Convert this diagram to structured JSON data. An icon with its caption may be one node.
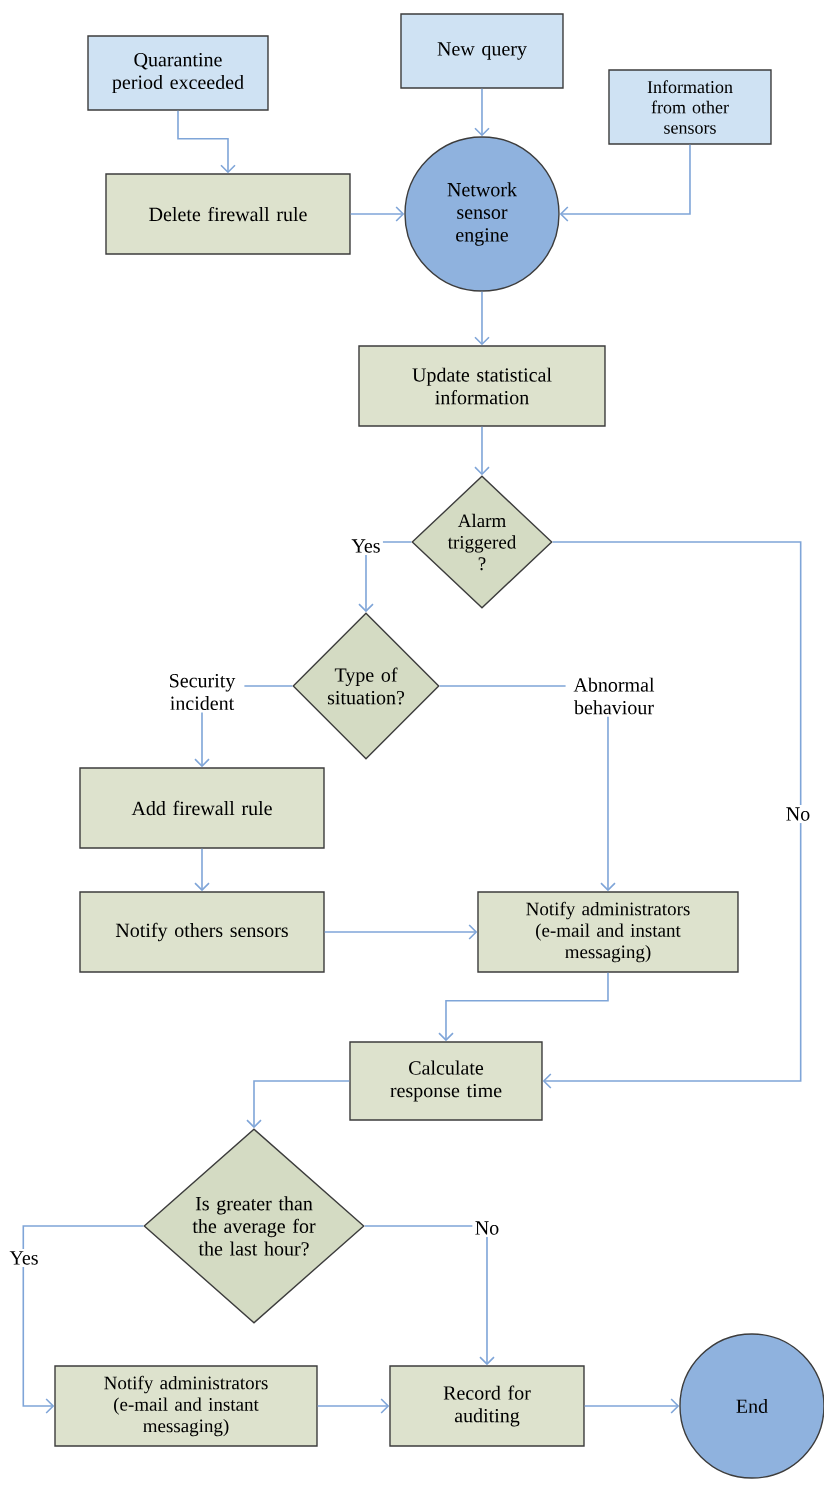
{
  "diagram": {
    "nodes": [
      {
        "text": [
          "Quarantine period exceeded"
        ]
      },
      {
        "text": [
          "New query"
        ]
      },
      {
        "text": [
          "Information from other sensors"
        ]
      },
      {
        "text": [
          "Delete firewall rule"
        ]
      },
      {
        "text": [
          "Network sensor engine"
        ]
      },
      {
        "text": [
          "Update statistical information"
        ]
      },
      {
        "text": [
          "Alarm triggered ?"
        ]
      },
      {
        "text": [
          "Type of situation?"
        ]
      },
      {
        "text": [
          "Add firewall rule"
        ]
      },
      {
        "text": [
          "Notify others sensors"
        ]
      },
      {
        "text": [
          "Notify administrators (e-mail and instant messaging)"
        ]
      },
      {
        "text": [
          "Calculate response time"
        ]
      },
      {
        "text": [
          "Is greater than the average for the last hour?"
        ]
      },
      {
        "text": [
          "Notify administrators (e-mail and instant messaging)"
        ]
      },
      {
        "text": [
          "Record for auditing"
        ]
      },
      {
        "text": [
          "End"
        ]
      }
    ],
    "edges": [
      {
        "from": 0,
        "to": 3,
        "arrow": "to"
      },
      {
        "from": 1,
        "to": 4,
        "arrow": "to"
      },
      {
        "from": 2,
        "to": 4,
        "arrow": "to"
      },
      {
        "from": 3,
        "to": 4,
        "arrow": "to"
      },
      {
        "from": 4,
        "to": 5,
        "arrow": "to"
      },
      {
        "from": 5,
        "to": 6,
        "arrow": "to"
      },
      {
        "from": 6,
        "to": 7,
        "label": "Yes",
        "arrow": "to"
      },
      {
        "from": 6,
        "to": 11,
        "label": "No",
        "arrow": "to"
      },
      {
        "from": 7,
        "to": 8,
        "label": "Security incident",
        "arrow": "to"
      },
      {
        "from": 7,
        "to": 10,
        "label": "Abnormal behaviour",
        "arrow": "to"
      },
      {
        "from": 8,
        "to": 9,
        "arrow": "to"
      },
      {
        "from": 9,
        "to": 10,
        "arrow": "to"
      },
      {
        "from": 10,
        "to": 11,
        "arrow": "to"
      },
      {
        "from": 11,
        "to": 12,
        "arrow": "to"
      },
      {
        "from": 12,
        "to": 13,
        "label": "Yes",
        "arrow": "to"
      },
      {
        "from": 12,
        "to": 14,
        "label": "No",
        "arrow": "to"
      },
      {
        "from": 13,
        "to": 14,
        "arrow": "to"
      },
      {
        "from": 14,
        "to": 15,
        "arrow": "to"
      }
    ]
  }
}
